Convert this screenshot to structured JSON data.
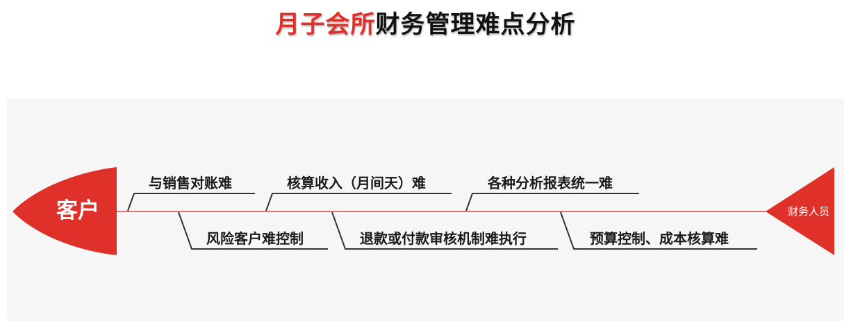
{
  "title": {
    "accent": "月子会所",
    "rest": "财务管理难点分析"
  },
  "diagram": {
    "head": "客户",
    "tail": "财务人员",
    "top_items": [
      "与销售对账难",
      "核算收入（月间天）难",
      "各种分析报表统一难"
    ],
    "bottom_items": [
      "风险客户难控制",
      "退款或付款审核机制难执行",
      "预算控制、成本核算难"
    ],
    "colors": {
      "accent": "#e0302a",
      "spine": "#d9483e",
      "bone": "#333333",
      "panel": "#f6f6f6"
    }
  }
}
